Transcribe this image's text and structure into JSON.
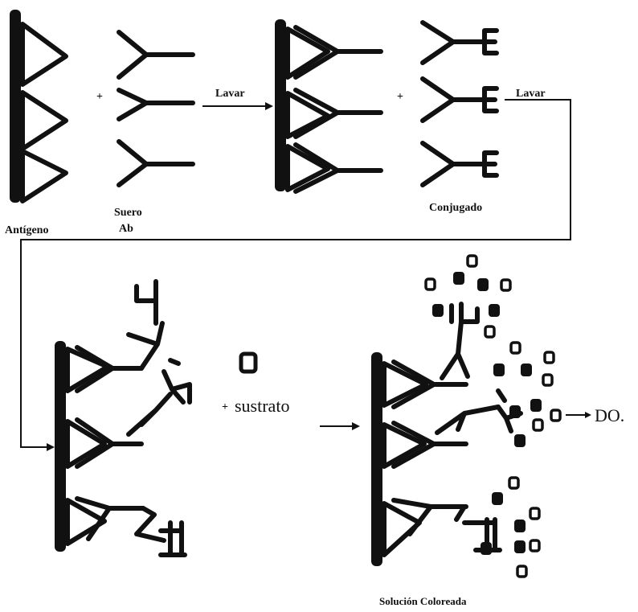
{
  "labels": {
    "antigeno": "Antígeno",
    "suero": "Suero",
    "ab": "Ab",
    "lavar_1": "Lavar",
    "conjugado": "Conjugado",
    "lavar_2": "Lavar",
    "plus_sign": "+",
    "sustrato": "sustrato",
    "do": "DO.",
    "solucion": "Solución Coloreada"
  },
  "colors": {
    "ink": "#111111",
    "background": "#ffffff"
  },
  "icons": [
    "solid-surface-bar",
    "antigen-triangle",
    "antibody-y-shape",
    "enzyme-e-symbol",
    "substrate-open-square",
    "colored-product-filled-square",
    "arrow-right"
  ]
}
